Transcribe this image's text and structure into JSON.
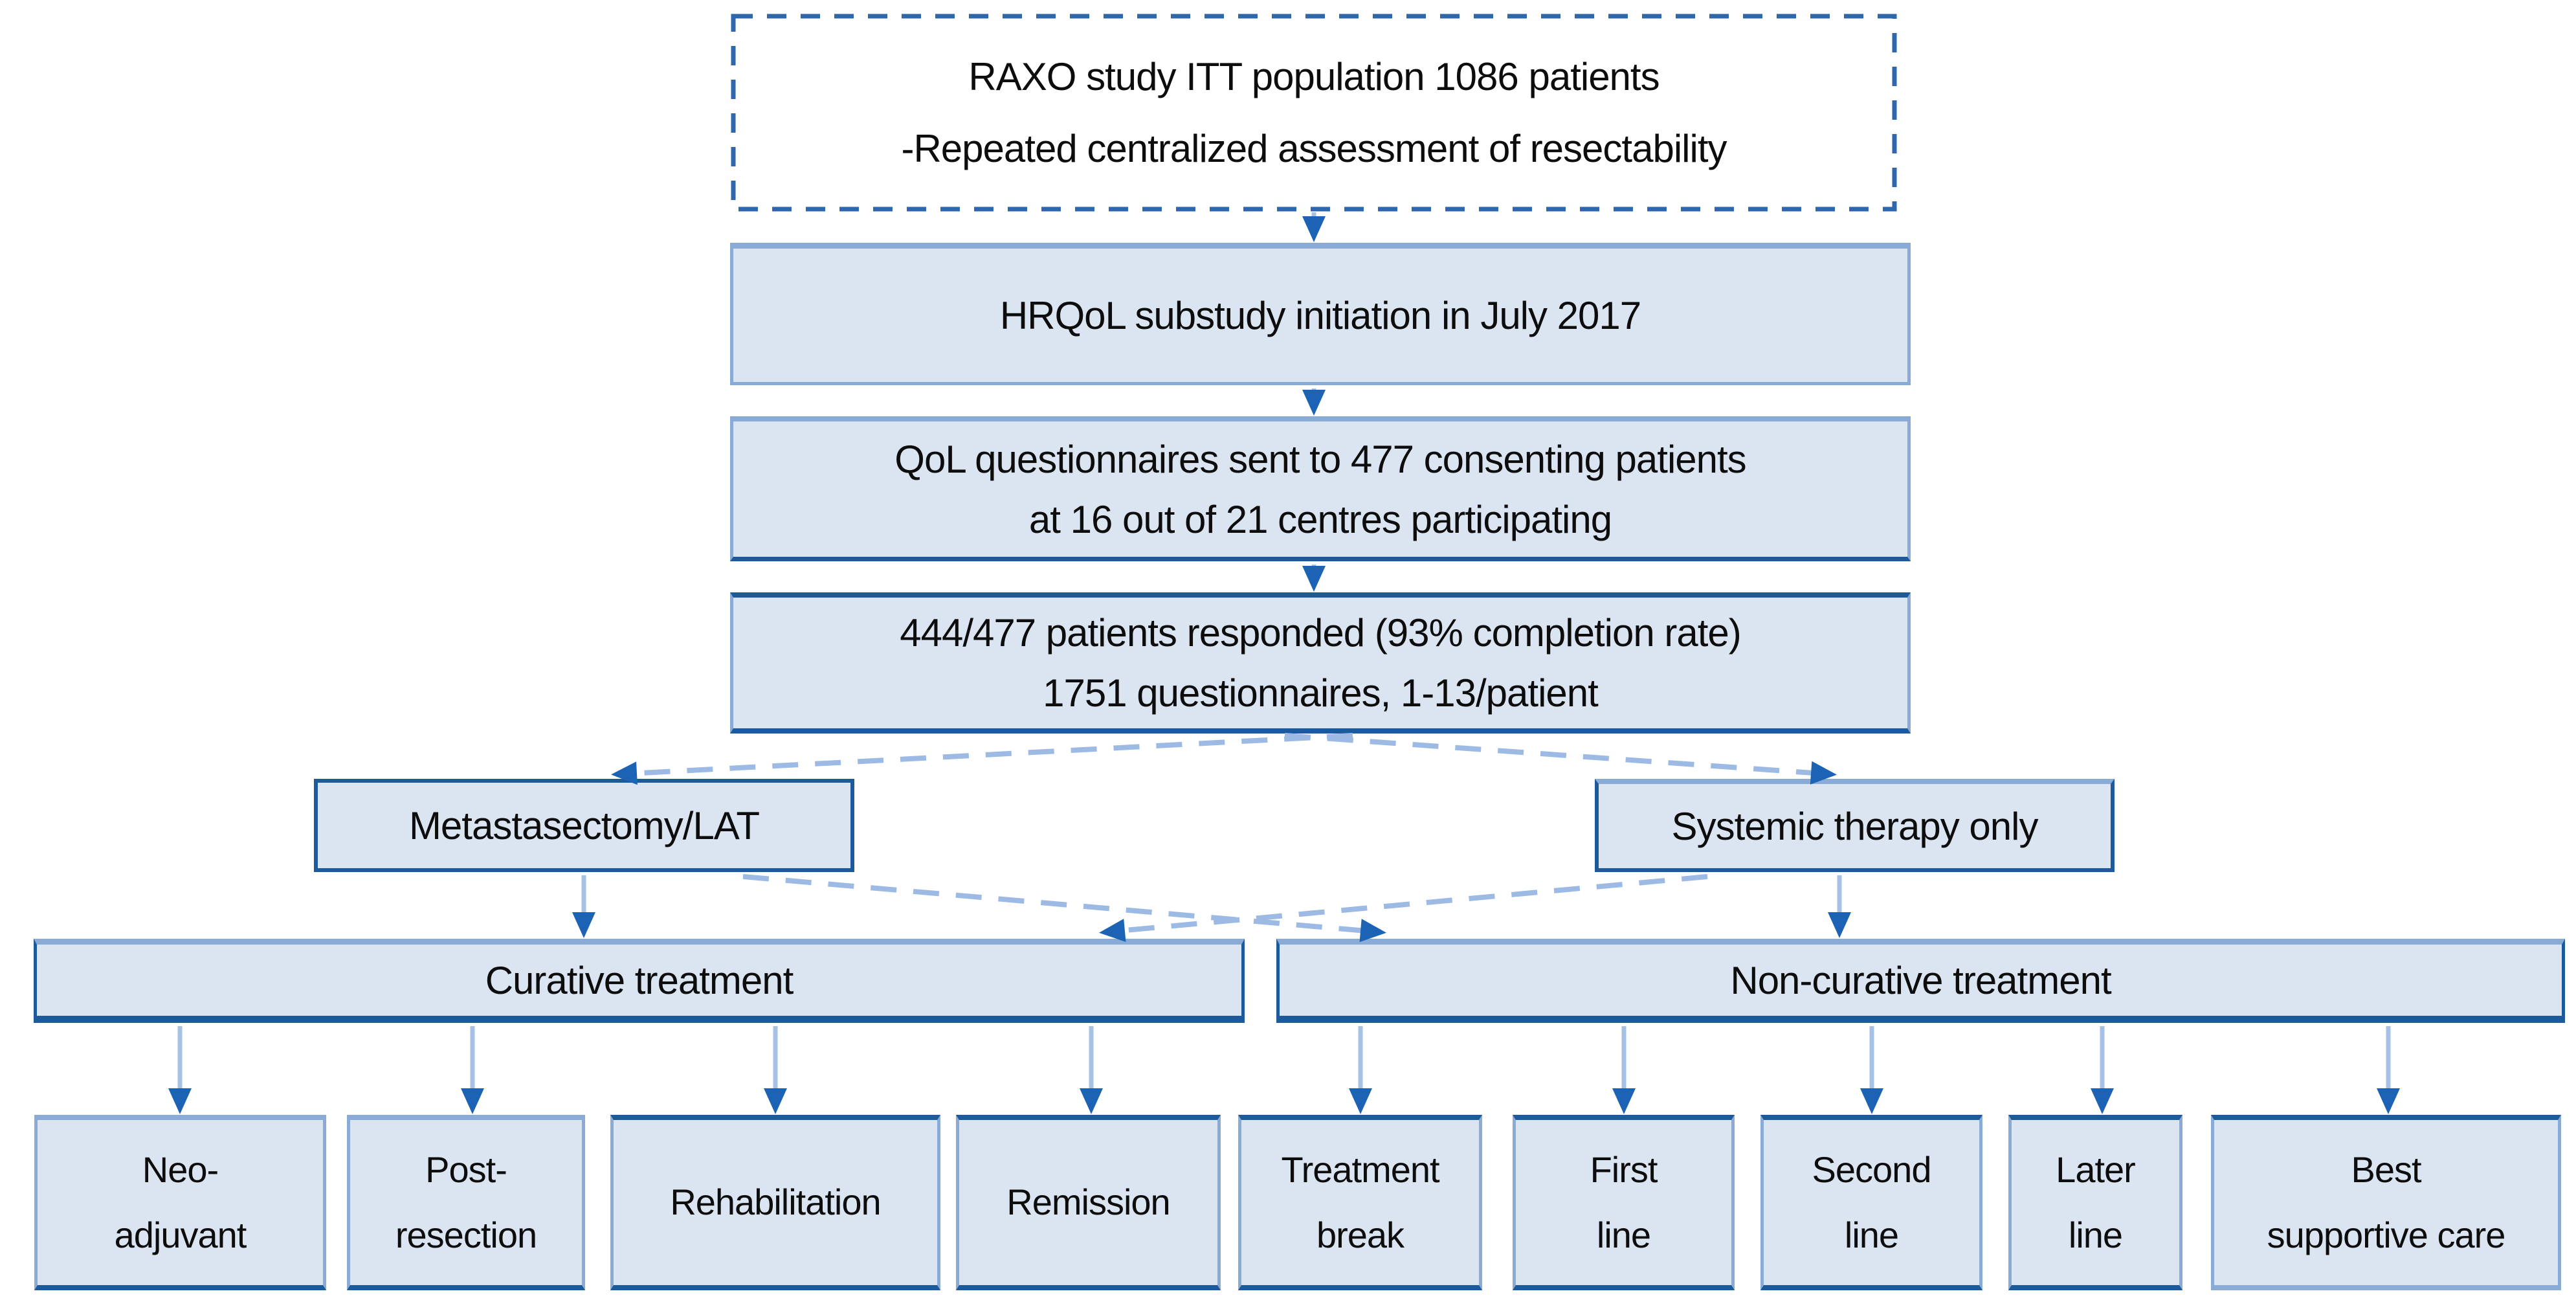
{
  "diagram": {
    "type": "flowchart",
    "colors": {
      "box_fill": "#dbe5f2",
      "border_navy": "#1d5a9c",
      "border_steel": "#8aabd6",
      "dashed_border": "#2e67ac",
      "connector": "#a6c1e7",
      "connector_dashed": "#9cbae4",
      "arrowhead": "#1c63b5",
      "text": "#0d0d0d"
    },
    "nodes": {
      "raxo": {
        "label": "RAXO study ITT population 1086 patients\n-Repeated centralized assessment of resectability"
      },
      "hrqol": {
        "label": "HRQoL substudy initiation in July 2017"
      },
      "qol_sent": {
        "label": "QoL questionnaires sent to 477 consenting patients\nat 16 out of 21 centres participating"
      },
      "responded": {
        "label": "444/477 patients responded (93% completion rate)\n1751 questionnaires, 1-13/patient"
      },
      "metastasectomy": {
        "label": "Metastasectomy/LAT"
      },
      "systemic": {
        "label": "Systemic therapy only"
      },
      "curative": {
        "label": "Curative treatment"
      },
      "non_curative": {
        "label": "Non-curative treatment"
      },
      "neo_adjuvant": {
        "label": "Neo-\nadjuvant"
      },
      "post_resection": {
        "label": "Post-\nresection"
      },
      "rehabilitation": {
        "label": "Rehabilitation"
      },
      "remission": {
        "label": "Remission"
      },
      "treatment_break": {
        "label": "Treatment\nbreak"
      },
      "first_line": {
        "label": "First\nline"
      },
      "second_line": {
        "label": "Second\nline"
      },
      "later_line": {
        "label": "Later\nline"
      },
      "best_supportive_care": {
        "label": "Best\nsupportive care"
      }
    },
    "edges": [
      {
        "from": "raxo",
        "to": "hrqol",
        "style": "solid-arrow"
      },
      {
        "from": "hrqol",
        "to": "qol_sent",
        "style": "solid-arrow"
      },
      {
        "from": "qol_sent",
        "to": "responded",
        "style": "solid-arrow"
      },
      {
        "from": "responded",
        "to": "metastasectomy",
        "style": "dashed-arrow"
      },
      {
        "from": "responded",
        "to": "systemic",
        "style": "dashed-arrow"
      },
      {
        "from": "metastasectomy",
        "to": "curative",
        "style": "solid-arrow"
      },
      {
        "from": "metastasectomy",
        "to": "non_curative",
        "style": "dashed-arrow"
      },
      {
        "from": "systemic",
        "to": "non_curative",
        "style": "solid-arrow"
      },
      {
        "from": "systemic",
        "to": "curative",
        "style": "dashed-arrow"
      },
      {
        "from": "curative",
        "to": "neo_adjuvant",
        "style": "solid-arrow"
      },
      {
        "from": "curative",
        "to": "post_resection",
        "style": "solid-arrow"
      },
      {
        "from": "curative",
        "to": "rehabilitation",
        "style": "solid-arrow"
      },
      {
        "from": "curative",
        "to": "remission",
        "style": "solid-arrow"
      },
      {
        "from": "non_curative",
        "to": "treatment_break",
        "style": "solid-arrow"
      },
      {
        "from": "non_curative",
        "to": "first_line",
        "style": "solid-arrow"
      },
      {
        "from": "non_curative",
        "to": "second_line",
        "style": "solid-arrow"
      },
      {
        "from": "non_curative",
        "to": "later_line",
        "style": "solid-arrow"
      },
      {
        "from": "non_curative",
        "to": "best_supportive_care",
        "style": "solid-arrow"
      }
    ]
  }
}
